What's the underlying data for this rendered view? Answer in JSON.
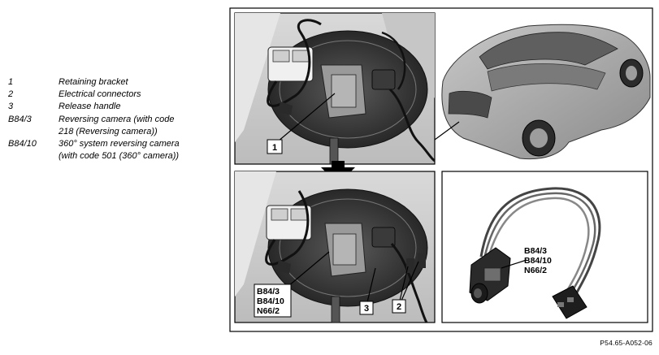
{
  "legend": [
    {
      "key": "1",
      "text": "Retaining bracket"
    },
    {
      "key": "2",
      "text": "Electrical connectors"
    },
    {
      "key": "3",
      "text": "Release handle"
    },
    {
      "key": "B84/3",
      "text": "Reversing camera (with code\n218 (Reversing camera))"
    },
    {
      "key": "B84/10",
      "text": "360° system reversing camera\n(with code 501 (360° camera))"
    }
  ],
  "callouts": {
    "top_panel_label": "1",
    "bottom_panel_codes": [
      "B84/3",
      "B84/10",
      "N66/2"
    ],
    "bottom_panel_label_3": "3",
    "bottom_panel_label_2": "2",
    "detail_codes": [
      "B84/3",
      "B84/10",
      "N66/2"
    ]
  },
  "reference": "P54.65-A052-06"
}
